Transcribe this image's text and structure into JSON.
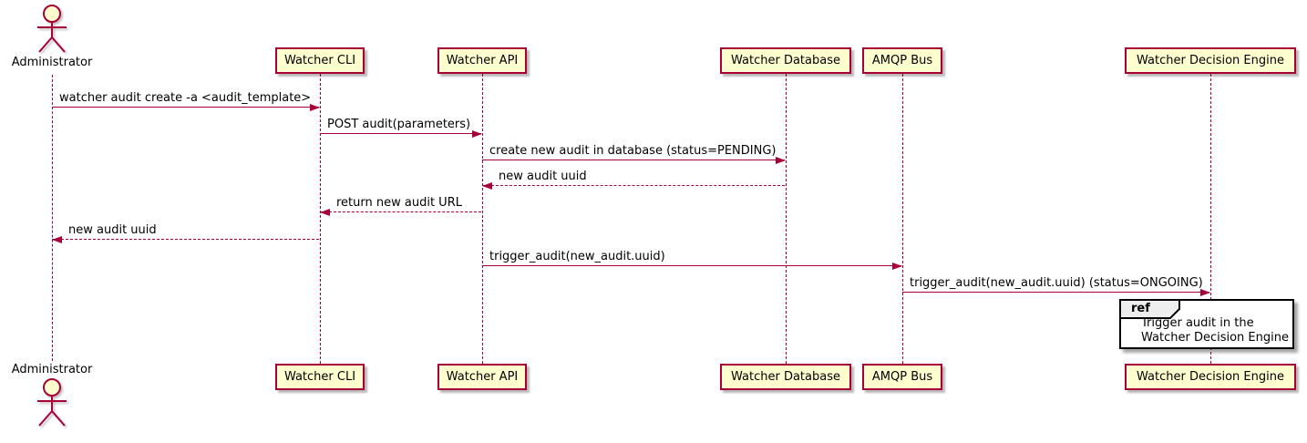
{
  "diagram": {
    "kind": "uml-sequence-diagram",
    "colors": {
      "participant_fill": "#FEFECE",
      "participant_border": "#A80036",
      "lifeline": "#A80036",
      "arrow": "#A80036",
      "ref_border": "#000000",
      "ref_header_fill": "#EEEEEE",
      "text": "#000000",
      "background": "#FFFFFF"
    },
    "actor": {
      "name": "Administrator"
    },
    "participants": [
      {
        "name": "Watcher CLI"
      },
      {
        "name": "Watcher API"
      },
      {
        "name": "Watcher Database"
      },
      {
        "name": "AMQP Bus"
      },
      {
        "name": "Watcher Decision Engine"
      }
    ],
    "messages": [
      {
        "from": "Administrator",
        "to": "Watcher CLI",
        "style": "solid",
        "direction": "right",
        "label": "watcher audit create -a <audit_template>"
      },
      {
        "from": "Watcher CLI",
        "to": "Watcher API",
        "style": "solid",
        "direction": "right",
        "label": "POST audit(parameters)"
      },
      {
        "from": "Watcher API",
        "to": "Watcher Database",
        "style": "solid",
        "direction": "right",
        "label": "create new audit in database (status=PENDING)"
      },
      {
        "from": "Watcher Database",
        "to": "Watcher API",
        "style": "dashed",
        "direction": "left",
        "label": "new audit uuid"
      },
      {
        "from": "Watcher API",
        "to": "Watcher CLI",
        "style": "dashed",
        "direction": "left",
        "label": "return new audit URL"
      },
      {
        "from": "Watcher CLI",
        "to": "Administrator",
        "style": "dashed",
        "direction": "left",
        "label": "new audit uuid"
      },
      {
        "from": "Watcher API",
        "to": "AMQP Bus",
        "style": "solid",
        "direction": "right",
        "label": "trigger_audit(new_audit.uuid)"
      },
      {
        "from": "AMQP Bus",
        "to": "Watcher Decision Engine",
        "style": "solid",
        "direction": "right",
        "label": "trigger_audit(new_audit.uuid) (status=ONGOING)"
      }
    ],
    "ref": {
      "keyword": "ref",
      "text_line1": "Trigger audit in the",
      "text_line2": "Watcher Decision Engine"
    }
  }
}
